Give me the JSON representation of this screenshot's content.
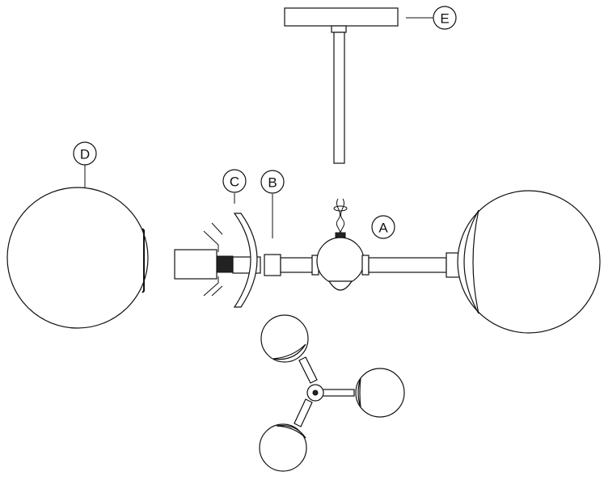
{
  "labels": {
    "a": "A",
    "b": "B",
    "c": "C",
    "d": "D",
    "e": "E"
  },
  "colors": {
    "line": "#111111",
    "background": "#ffffff"
  }
}
